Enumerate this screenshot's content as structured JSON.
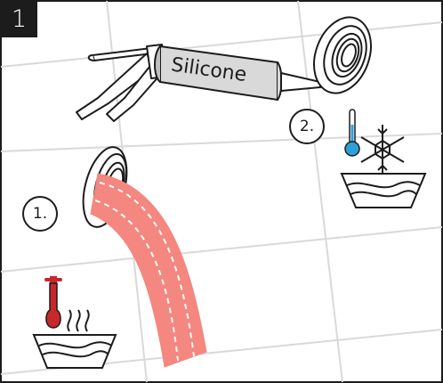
{
  "step": {
    "number": "1"
  },
  "tube": {
    "label": "Silicone"
  },
  "callouts": {
    "first": "1.",
    "second": "2."
  },
  "colors": {
    "hose": "#f4877f",
    "hot_thermometer": "#c8272c",
    "cold_thermometer": "#2f9fd8",
    "outline": "#1c1c1c",
    "tile_grid": "#d9d9d9"
  },
  "icons": {
    "hot_bowl": "hot-water-bowl-icon",
    "cold_bowl": "cold-water-bowl-icon",
    "snowflake": "snowflake-icon",
    "steam": "steam-icon"
  }
}
